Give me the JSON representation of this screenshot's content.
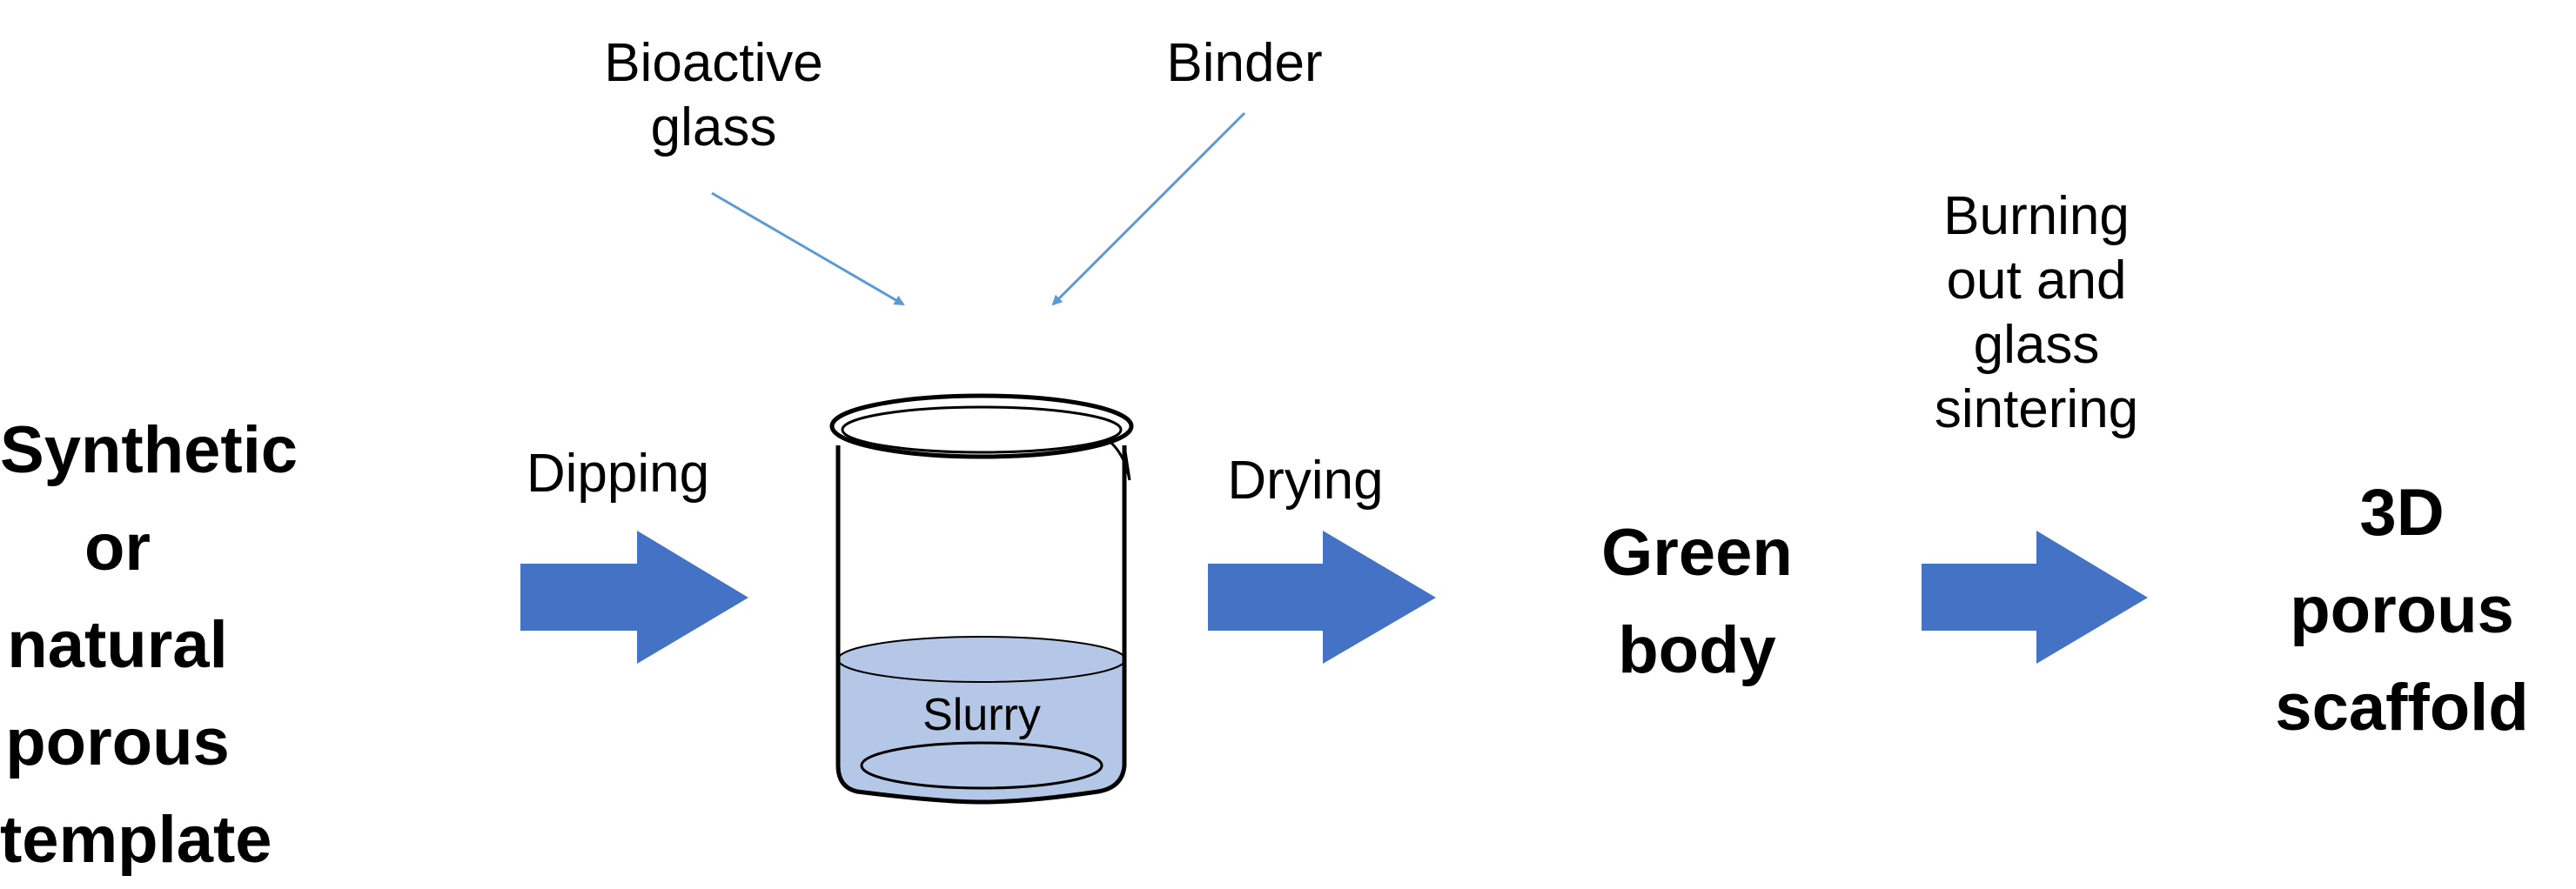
{
  "nodes": {
    "template": "Synthetic\nor natural\nporous\ntemplate",
    "bioactive_glass": "Bioactive\nglass",
    "binder": "Binder",
    "slurry": "Slurry",
    "green_body": "Green\nbody",
    "scaffold": "3D\nporous\nscaffold"
  },
  "steps": {
    "dipping": "Dipping",
    "drying": "Drying",
    "burning": "Burning\nout and\nglass\nsintering"
  },
  "colors": {
    "arrow": "#4472C4",
    "slurry_fill": "#B4C7E7",
    "line": "#000000",
    "pointer_line": "#5B9BD5"
  }
}
